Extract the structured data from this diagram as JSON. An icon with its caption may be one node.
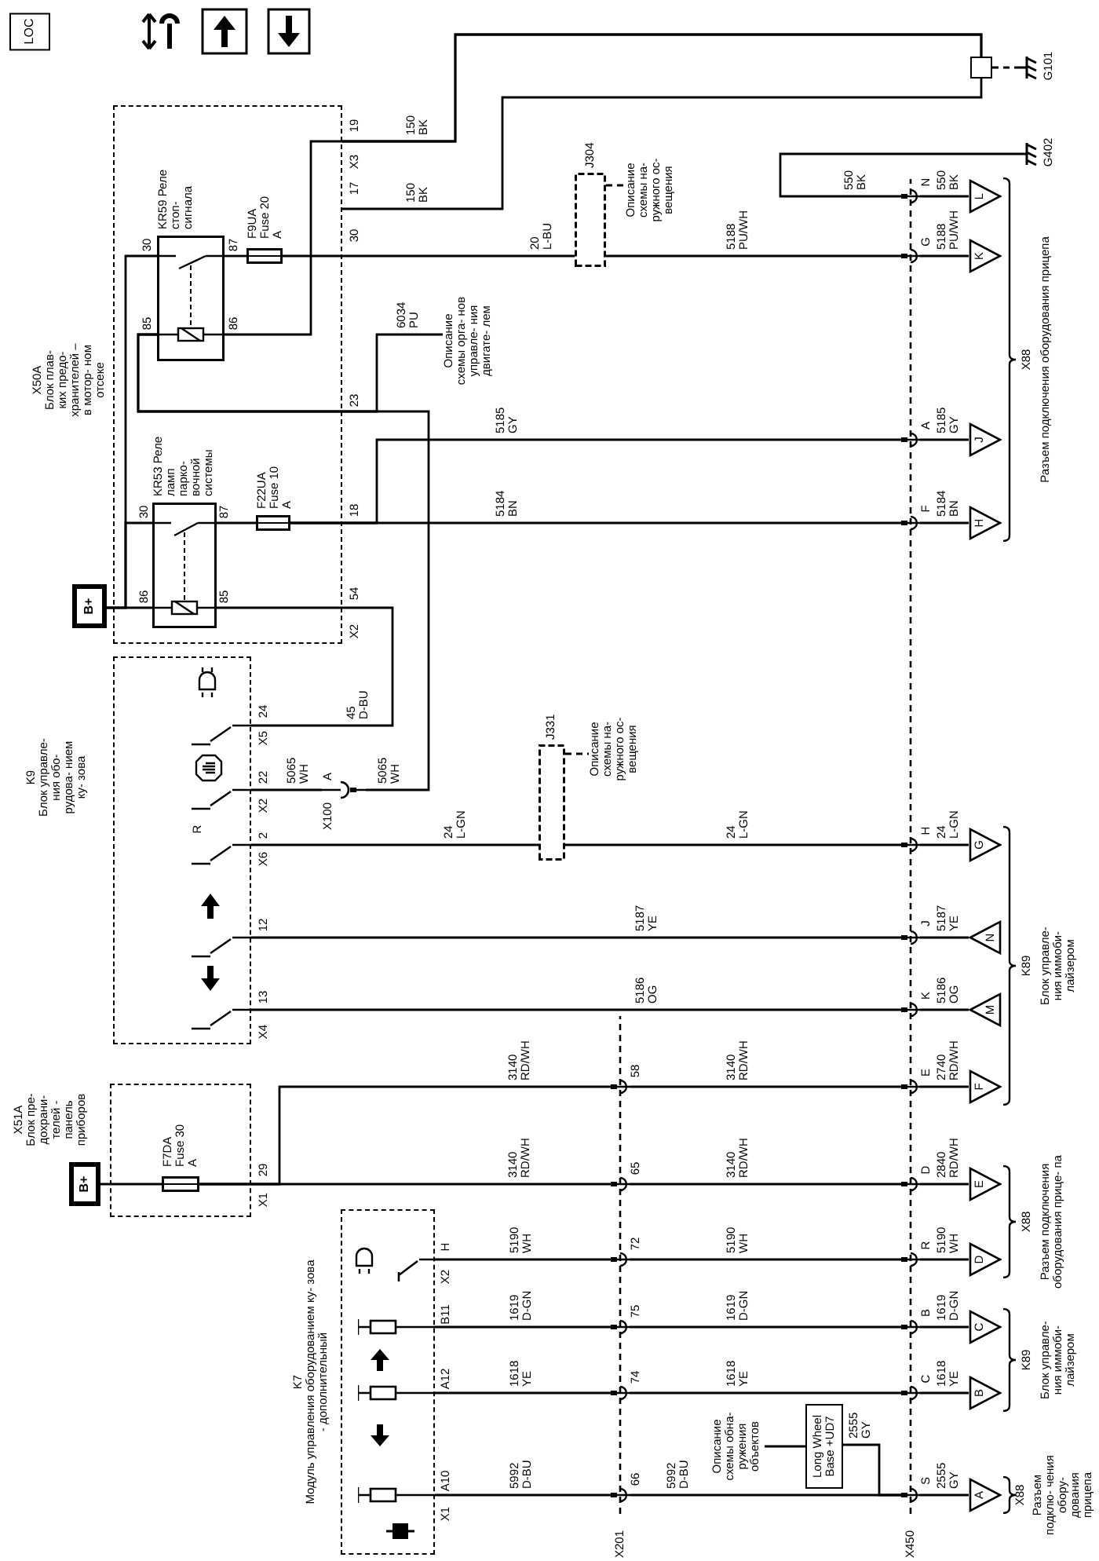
{
  "diagram": {
    "nodes": [
      {
        "text": [
          "X50A",
          "Блок плав- ких предо- хранителей – в мотор- ном отсеке"
        ]
      },
      {
        "text": [
          "KR59 Реле стоп- сигнала"
        ],
        "in": 0
      },
      {
        "text": [
          "F9UA Fuse 20 A"
        ],
        "in": 0
      },
      {
        "text": [
          "KR53 Реле ламп парко- вочной системы"
        ],
        "in": 0
      },
      {
        "text": [
          "F22UA Fuse 10 A"
        ],
        "in": 0
      },
      {
        "text": [
          "B+"
        ]
      },
      {
        "text": [
          "K9",
          "Блок управле- ния обо- рудова- нием ку- зова"
        ]
      },
      {
        "text": [
          "X51A",
          "Блок пре- дохрани- телей - панель приборов"
        ]
      },
      {
        "text": [
          "F7DA Fuse 30 A"
        ],
        "in": 7
      },
      {
        "text": [
          "B+"
        ]
      },
      {
        "text": [
          "K7",
          "Модуль управления оборудованием ку- зова - дополнительный"
        ]
      },
      {
        "text": [],
        "shape": "box"
      },
      {
        "text": [
          "G101"
        ]
      },
      {
        "text": [
          "G402"
        ]
      },
      {
        "text": [
          "J304"
        ]
      },
      {
        "text": [
          "Описание схемы на- ружного ос- вещения"
        ]
      },
      {
        "text": [
          "Описание схемы орга- нов управле- ния двигате- лем"
        ]
      },
      {
        "text": [
          "J331"
        ]
      },
      {
        "text": [
          "Описание схемы на- ружного ос- вещения"
        ]
      },
      {
        "text": [
          "A",
          "X100"
        ]
      },
      {
        "text": [
          "X201"
        ]
      },
      {
        "text": [
          "X450"
        ]
      },
      {
        "text": [
          "Long Wheel Base +UD7"
        ]
      },
      {
        "text": [
          "Описание схемы обна- ружения объектов"
        ]
      },
      {
        "text": [
          "L"
        ]
      },
      {
        "text": [
          "K"
        ]
      },
      {
        "text": [
          "J"
        ]
      },
      {
        "text": [
          "H"
        ]
      },
      {
        "text": [
          "G"
        ]
      },
      {
        "text": [
          "N"
        ]
      },
      {
        "text": [
          "M"
        ]
      },
      {
        "text": [
          "F"
        ]
      },
      {
        "text": [
          "E"
        ]
      },
      {
        "text": [
          "D"
        ]
      },
      {
        "text": [
          "C"
        ]
      },
      {
        "text": [
          "B"
        ]
      },
      {
        "text": [
          "A"
        ]
      }
    ],
    "edges": [
      {
        "from": 0,
        "to": 11,
        "arrow": "none",
        "label": "150 BK"
      },
      {
        "from": 0,
        "to": 11,
        "arrow": "none",
        "label": "150 BK"
      },
      {
        "from": 11,
        "to": 12,
        "arrow": "none",
        "style": "dashed"
      },
      {
        "from": 1,
        "to": 2,
        "arrow": "none"
      },
      {
        "from": 2,
        "to": 14,
        "arrow": "none",
        "label": "20 L-BU"
      },
      {
        "from": 14,
        "to": 21,
        "arrow": "none",
        "label": "5188 PU/WH"
      },
      {
        "from": 21,
        "to": 25,
        "arrow": "none",
        "label": "5188 PU/WH"
      },
      {
        "from": 14,
        "to": 15,
        "arrow": "none",
        "style": "dashed"
      },
      {
        "from": 1,
        "to": 19,
        "arrow": "none",
        "label": "5065 WH"
      },
      {
        "from": 19,
        "to": 6,
        "arrow": "none",
        "label": "5065 WH"
      },
      {
        "from": 1,
        "to": 16,
        "arrow": "none",
        "label": "6034 PU"
      },
      {
        "from": 3,
        "to": 4,
        "arrow": "none"
      },
      {
        "from": 4,
        "to": 21,
        "arrow": "none",
        "label": "5185 GY"
      },
      {
        "from": 21,
        "to": 26,
        "arrow": "none",
        "label": "5185 GY"
      },
      {
        "from": 4,
        "to": 21,
        "arrow": "none",
        "label": "5184 BN"
      },
      {
        "from": 21,
        "to": 27,
        "arrow": "none",
        "label": "5184 BN"
      },
      {
        "from": 5,
        "to": 3,
        "arrow": "none"
      },
      {
        "from": 5,
        "to": 1,
        "arrow": "none"
      },
      {
        "from": 3,
        "to": 6,
        "arrow": "none",
        "label": "45 D-BU"
      },
      {
        "from": 6,
        "to": 17,
        "arrow": "none",
        "label": "24 L-GN"
      },
      {
        "from": 17,
        "to": 18,
        "arrow": "none",
        "style": "dashed"
      },
      {
        "from": 17,
        "to": 21,
        "arrow": "none",
        "label": "24 L-GN"
      },
      {
        "from": 21,
        "to": 28,
        "arrow": "none",
        "label": "24 L-GN"
      },
      {
        "from": 6,
        "to": 21,
        "arrow": "none",
        "label": "5187 YE"
      },
      {
        "from": 21,
        "to": 29,
        "arrow": "none",
        "label": "5187 YE"
      },
      {
        "from": 6,
        "to": 21,
        "arrow": "none",
        "label": "5186 OG"
      },
      {
        "from": 21,
        "to": 30,
        "arrow": "none",
        "label": "5186 OG"
      },
      {
        "from": 8,
        "to": 20,
        "arrow": "none",
        "label": "3140 RD/WH"
      },
      {
        "from": 8,
        "to": 20,
        "arrow": "none",
        "label": "3140 RD/WH"
      },
      {
        "from": 20,
        "to": 21,
        "arrow": "none",
        "label": "3140 RD/WH"
      },
      {
        "from": 21,
        "to": 31,
        "arrow": "none",
        "label": "2740 RD/WH"
      },
      {
        "from": 20,
        "to": 21,
        "arrow": "none",
        "label": "3140 RD/WH"
      },
      {
        "from": 21,
        "to": 32,
        "arrow": "none",
        "label": "2840 RD/WH"
      },
      {
        "from": 10,
        "to": 20,
        "arrow": "none",
        "label": "5190 WH"
      },
      {
        "from": 20,
        "to": 21,
        "arrow": "none",
        "label": "5190 WH"
      },
      {
        "from": 21,
        "to": 33,
        "arrow": "none",
        "label": "5190 WH"
      },
      {
        "from": 10,
        "to": 20,
        "arrow": "none",
        "label": "1619 D-GN"
      },
      {
        "from": 20,
        "to": 21,
        "arrow": "none",
        "label": "1619 D-GN"
      },
      {
        "from": 21,
        "to": 34,
        "arrow": "none",
        "label": "1619 D-GN"
      },
      {
        "from": 10,
        "to": 20,
        "arrow": "none",
        "label": "1618 YE"
      },
      {
        "from": 20,
        "to": 21,
        "arrow": "none",
        "label": "1618 YE"
      },
      {
        "from": 21,
        "to": 35,
        "arrow": "none",
        "label": "1618 YE"
      },
      {
        "from": 10,
        "to": 20,
        "arrow": "none",
        "label": "5992 D-BU"
      },
      {
        "from": 20,
        "to": 21,
        "arrow": "none",
        "label": "5992 D-BU"
      },
      {
        "from": 21,
        "to": 36,
        "arrow": "none",
        "label": "2555 GY"
      },
      {
        "from": 22,
        "to": 21,
        "arrow": "none",
        "label": "2555 GY"
      },
      {
        "from": 22,
        "to": 23,
        "arrow": "none"
      },
      {
        "from": 13,
        "to": 21,
        "arrow": "none",
        "label": "550 BK"
      },
      {
        "from": 21,
        "to": 24,
        "arrow": "none",
        "label": "550 BK"
      },
      {
        "from": 1,
        "to": 11,
        "arrow": "none"
      },
      {
        "from": 9,
        "to": 8,
        "arrow": "none"
      }
    ],
    "labels": [
      "LOC",
      "19",
      "X3",
      "17",
      "30",
      "23",
      "18",
      "54",
      "X2",
      "30",
      "87",
      "85",
      "86",
      "30",
      "87",
      "86",
      "85",
      "24",
      "X5",
      "22",
      "X2",
      "R",
      "2",
      "X6",
      "12",
      "13",
      "X4",
      "29",
      "X1",
      "H",
      "X2",
      "B11",
      "A12",
      "A10",
      "X1",
      "58",
      "65",
      "72",
      "75",
      "74",
      "66",
      "N",
      "G",
      "A",
      "F",
      "H",
      "J",
      "K",
      "E",
      "D",
      "R",
      "B",
      "C",
      "S",
      "X88",
      "Разъем подключения оборудования прицепа",
      "K89",
      "Блок управле- ния иммоби- лайзером",
      "X88",
      "Разъем подключения оборудования прице- па",
      "K89",
      "Блок управле- ния иммоби- лайзером",
      "X88",
      "Разъем подклю- чения обору- дования прицепа"
    ]
  }
}
